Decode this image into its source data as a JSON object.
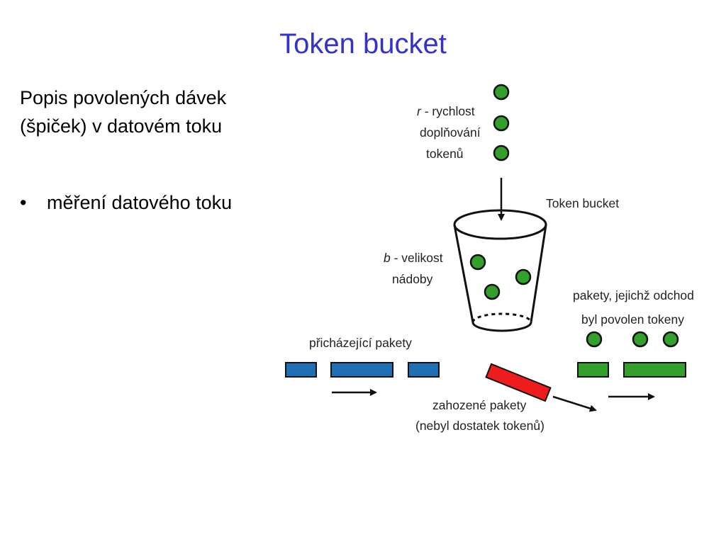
{
  "slide": {
    "title": "Token bucket",
    "intro_lines": [
      "Popis povolených dávek",
      "(špiček) v datovém toku"
    ],
    "bullets": [
      "měření datového toku"
    ]
  },
  "diagram": {
    "rate_label": {
      "var": "r",
      "lines": [
        " - rychlost",
        "doplňování",
        "tokenů"
      ]
    },
    "bucket_label": "Token bucket",
    "size_label": {
      "var": "b",
      "lines": [
        " - velikost",
        "nádoby"
      ]
    },
    "incoming_label": "přicházející pakety",
    "dropped_label": [
      "zahozené pakety",
      "(nebyl dostatek tokenů)"
    ],
    "allowed_label": [
      "pakety, jejichž odchod",
      "byl povolen tokeny"
    ],
    "colors": {
      "token": "#33a02c",
      "incoming_packet": "#1f6fb5",
      "dropped_packet": "#ee1c1c",
      "allowed_packet": "#33a02c",
      "title": "#3333cc"
    }
  }
}
